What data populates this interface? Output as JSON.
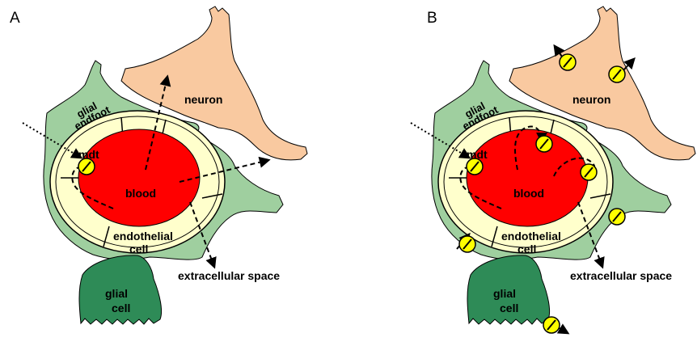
{
  "panels": [
    {
      "id": "A",
      "panel_label": "A",
      "labels": {
        "neuron": "neuron",
        "glial_endfoot_1": "glial",
        "glial_endfoot_2": "endfoot",
        "mdt": "mdt",
        "blood": "blood",
        "endothelial_1": "endothelial",
        "endothelial_2": "cell",
        "extracellular": "extracellular space",
        "glial_cell_1": "glial",
        "glial_cell_2": "cell"
      }
    },
    {
      "id": "B",
      "panel_label": "B",
      "labels": {
        "neuron": "neuron",
        "glial_endfoot_1": "glial",
        "glial_endfoot_2": "endfoot",
        "mdt": "mdt",
        "blood": "blood",
        "endothelial_1": "endothelial",
        "endothelial_2": "cell",
        "extracellular": "extracellular space",
        "glial_cell_1": "glial",
        "glial_cell_2": "cell"
      }
    }
  ],
  "colors": {
    "neuron": "#f9c9a0",
    "glia_light": "#9fcf9f",
    "glia_dark": "#2e8b57",
    "endothelium": "#ffffcc",
    "blood": "#ff0000",
    "transporter": "#ffff00"
  }
}
